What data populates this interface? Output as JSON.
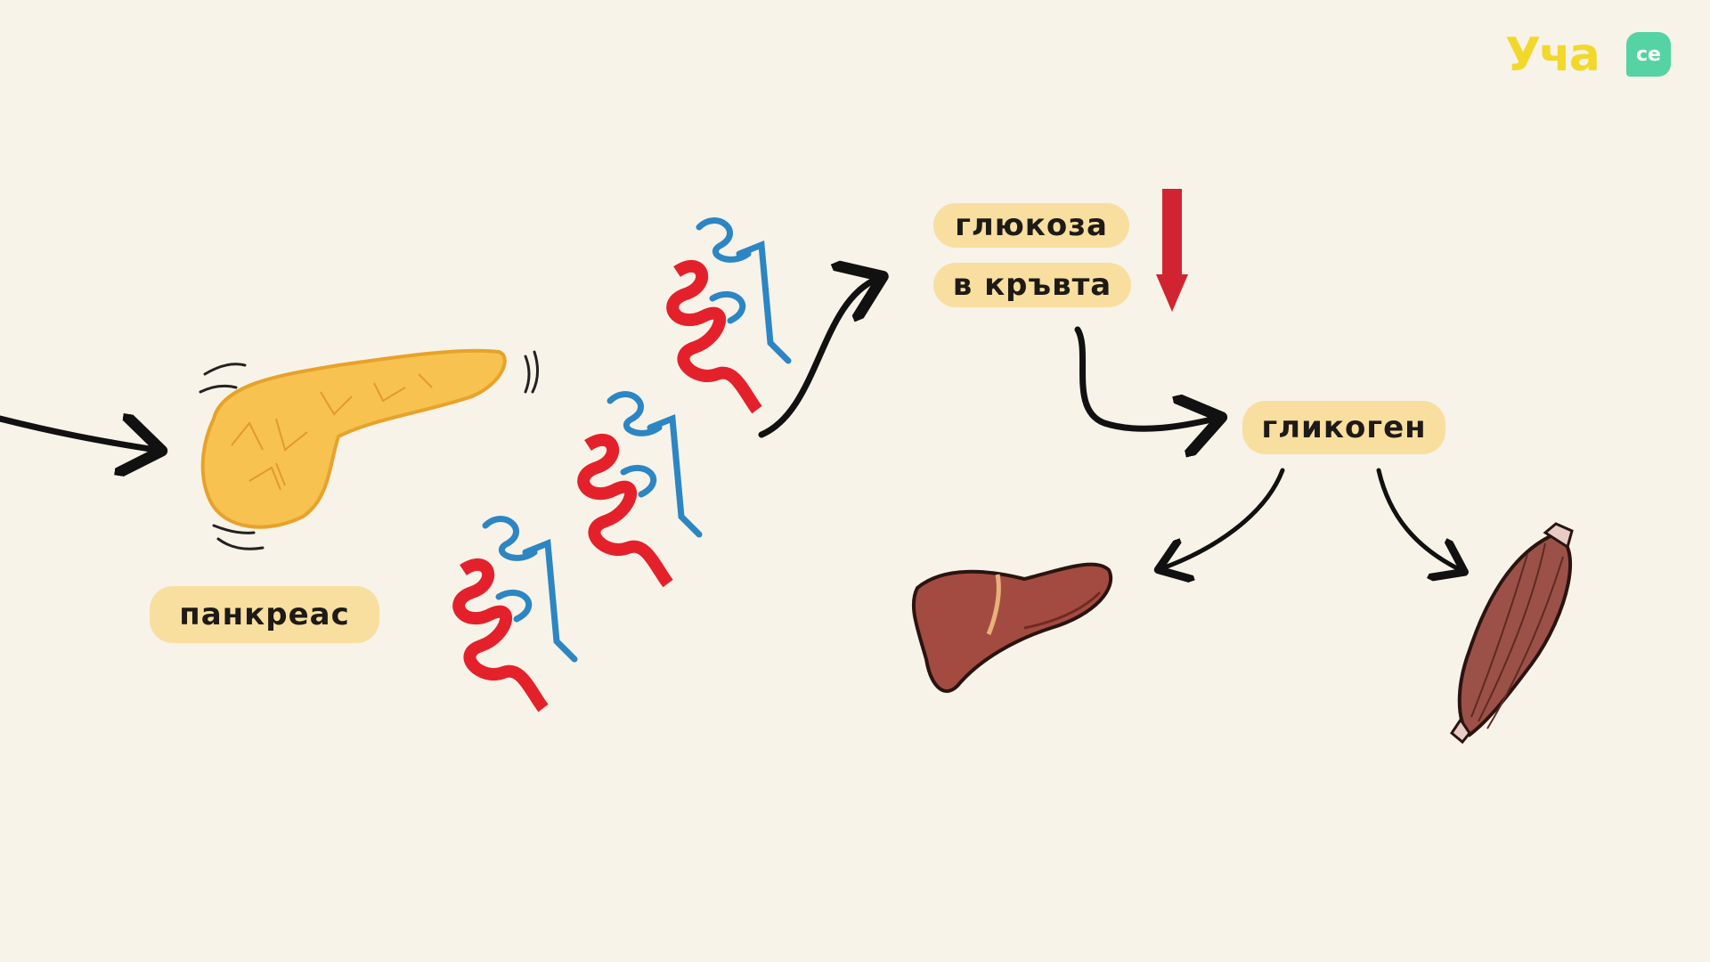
{
  "labels": {
    "pancreas": "панкреас",
    "glucose_line1": "глюкоза",
    "glucose_line2": "в кръвта",
    "glycogen": "гликоген"
  },
  "logo": {
    "text_main": "Уча",
    "text_badge": "се"
  },
  "colors": {
    "background": "#f8f3e8",
    "label_bg": "#f8dfa0",
    "pancreas": "#f7c24f",
    "helix_red": "#e4212b",
    "helix_blue": "#2c86c4",
    "down_arrow": "#d22430",
    "liver": "#a34b40",
    "muscle": "#9b5147",
    "logo_yellow": "#f2d82b",
    "logo_green": "#55d3a4"
  },
  "icons": [
    "arrow-icon",
    "pancreas-icon",
    "insulin-molecule-icon",
    "liver-icon",
    "muscle-icon",
    "down-arrow-icon"
  ]
}
